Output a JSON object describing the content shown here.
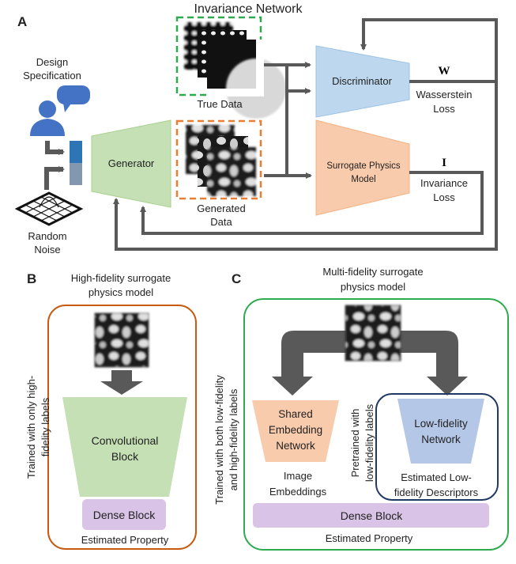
{
  "panel_a": {
    "label": "A",
    "title": "Invariance Network",
    "design_spec": [
      "Design",
      "Specification"
    ],
    "random_noise": [
      "Random",
      "Noise"
    ],
    "generator": "Generator",
    "true_data": "True Data",
    "generated_data": [
      "Generated",
      "Data"
    ],
    "discriminator": "Discriminator",
    "surrogate": [
      "Surrogate Physics",
      "Model"
    ],
    "w_symbol": "W",
    "wasserstein_loss": [
      "Wasserstein",
      "Loss"
    ],
    "i_symbol": "I",
    "invariance_loss": [
      "Invariance",
      "Loss"
    ]
  },
  "panel_b": {
    "label": "B",
    "title": [
      "High-fidelity surrogate",
      "physics model"
    ],
    "side_label": [
      "Trained with only high-",
      "fidelity labels"
    ],
    "conv_block": [
      "Convolutional",
      "Block"
    ],
    "dense_block": "Dense Block",
    "output": "Estimated Property"
  },
  "panel_c": {
    "label": "C",
    "title": [
      "Multi-fidelity surrogate",
      "physics model"
    ],
    "side_label": [
      "Trained with both low-fidelity",
      "and high-fidelity labels"
    ],
    "shared_net": [
      "Shared",
      "Embedding",
      "Network"
    ],
    "shared_output": [
      "Image",
      "Embeddings"
    ],
    "pretrained_label": [
      "Pretrained with",
      "low-fidelity labels"
    ],
    "lowfi_net": [
      "Low-fidelity",
      "Network"
    ],
    "lowfi_output": [
      "Estimated Low-",
      "fidelity Descriptors"
    ],
    "dense_block": "Dense Block",
    "output": "Estimated Property"
  },
  "colors": {
    "arrow": "#595959",
    "generator": "#c5e0b4",
    "discriminator": "#bdd7ee",
    "surrogate": "#f8cbad",
    "dense": "#d9c3e6",
    "lowfi": "#b4c7e7",
    "green_border": "#2eaa4f",
    "orange_border": "#c55a11",
    "navy_border": "#1f3864",
    "person": "#4472c4"
  }
}
